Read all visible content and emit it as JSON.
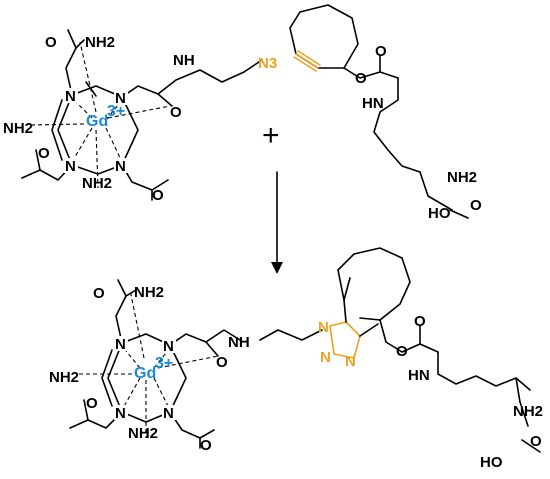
{
  "reactant_complex": {
    "metal": "Gd",
    "charge": "3+",
    "ring_nitrogen": "N",
    "amide_groups": [
      "NH2",
      "NH2",
      "NH2"
    ],
    "linker_nh": "NH",
    "linker_oxygen": "O",
    "azide": "N3"
  },
  "reactant_alkyne": {
    "carbamate_oxygens": [
      "O",
      "O"
    ],
    "carbamate_nh": "HN",
    "amine": "NH2",
    "acid": "HO",
    "acid_oxygen": "O"
  },
  "operator": "+",
  "product": {
    "metal": "Gd",
    "charge": "3+",
    "ring_nitrogen": "N",
    "amide_groups": [
      "NH2",
      "NH2",
      "NH2"
    ],
    "linker_nh": "NH",
    "triazole_nitrogens": [
      "N",
      "N",
      "N"
    ],
    "carbamate_nh": "HN",
    "amine": "NH2",
    "acid": "HO"
  },
  "colors": {
    "gadolinium": "#1b8ad6",
    "reactive_group": "#f0a020",
    "bond": "#000000"
  }
}
